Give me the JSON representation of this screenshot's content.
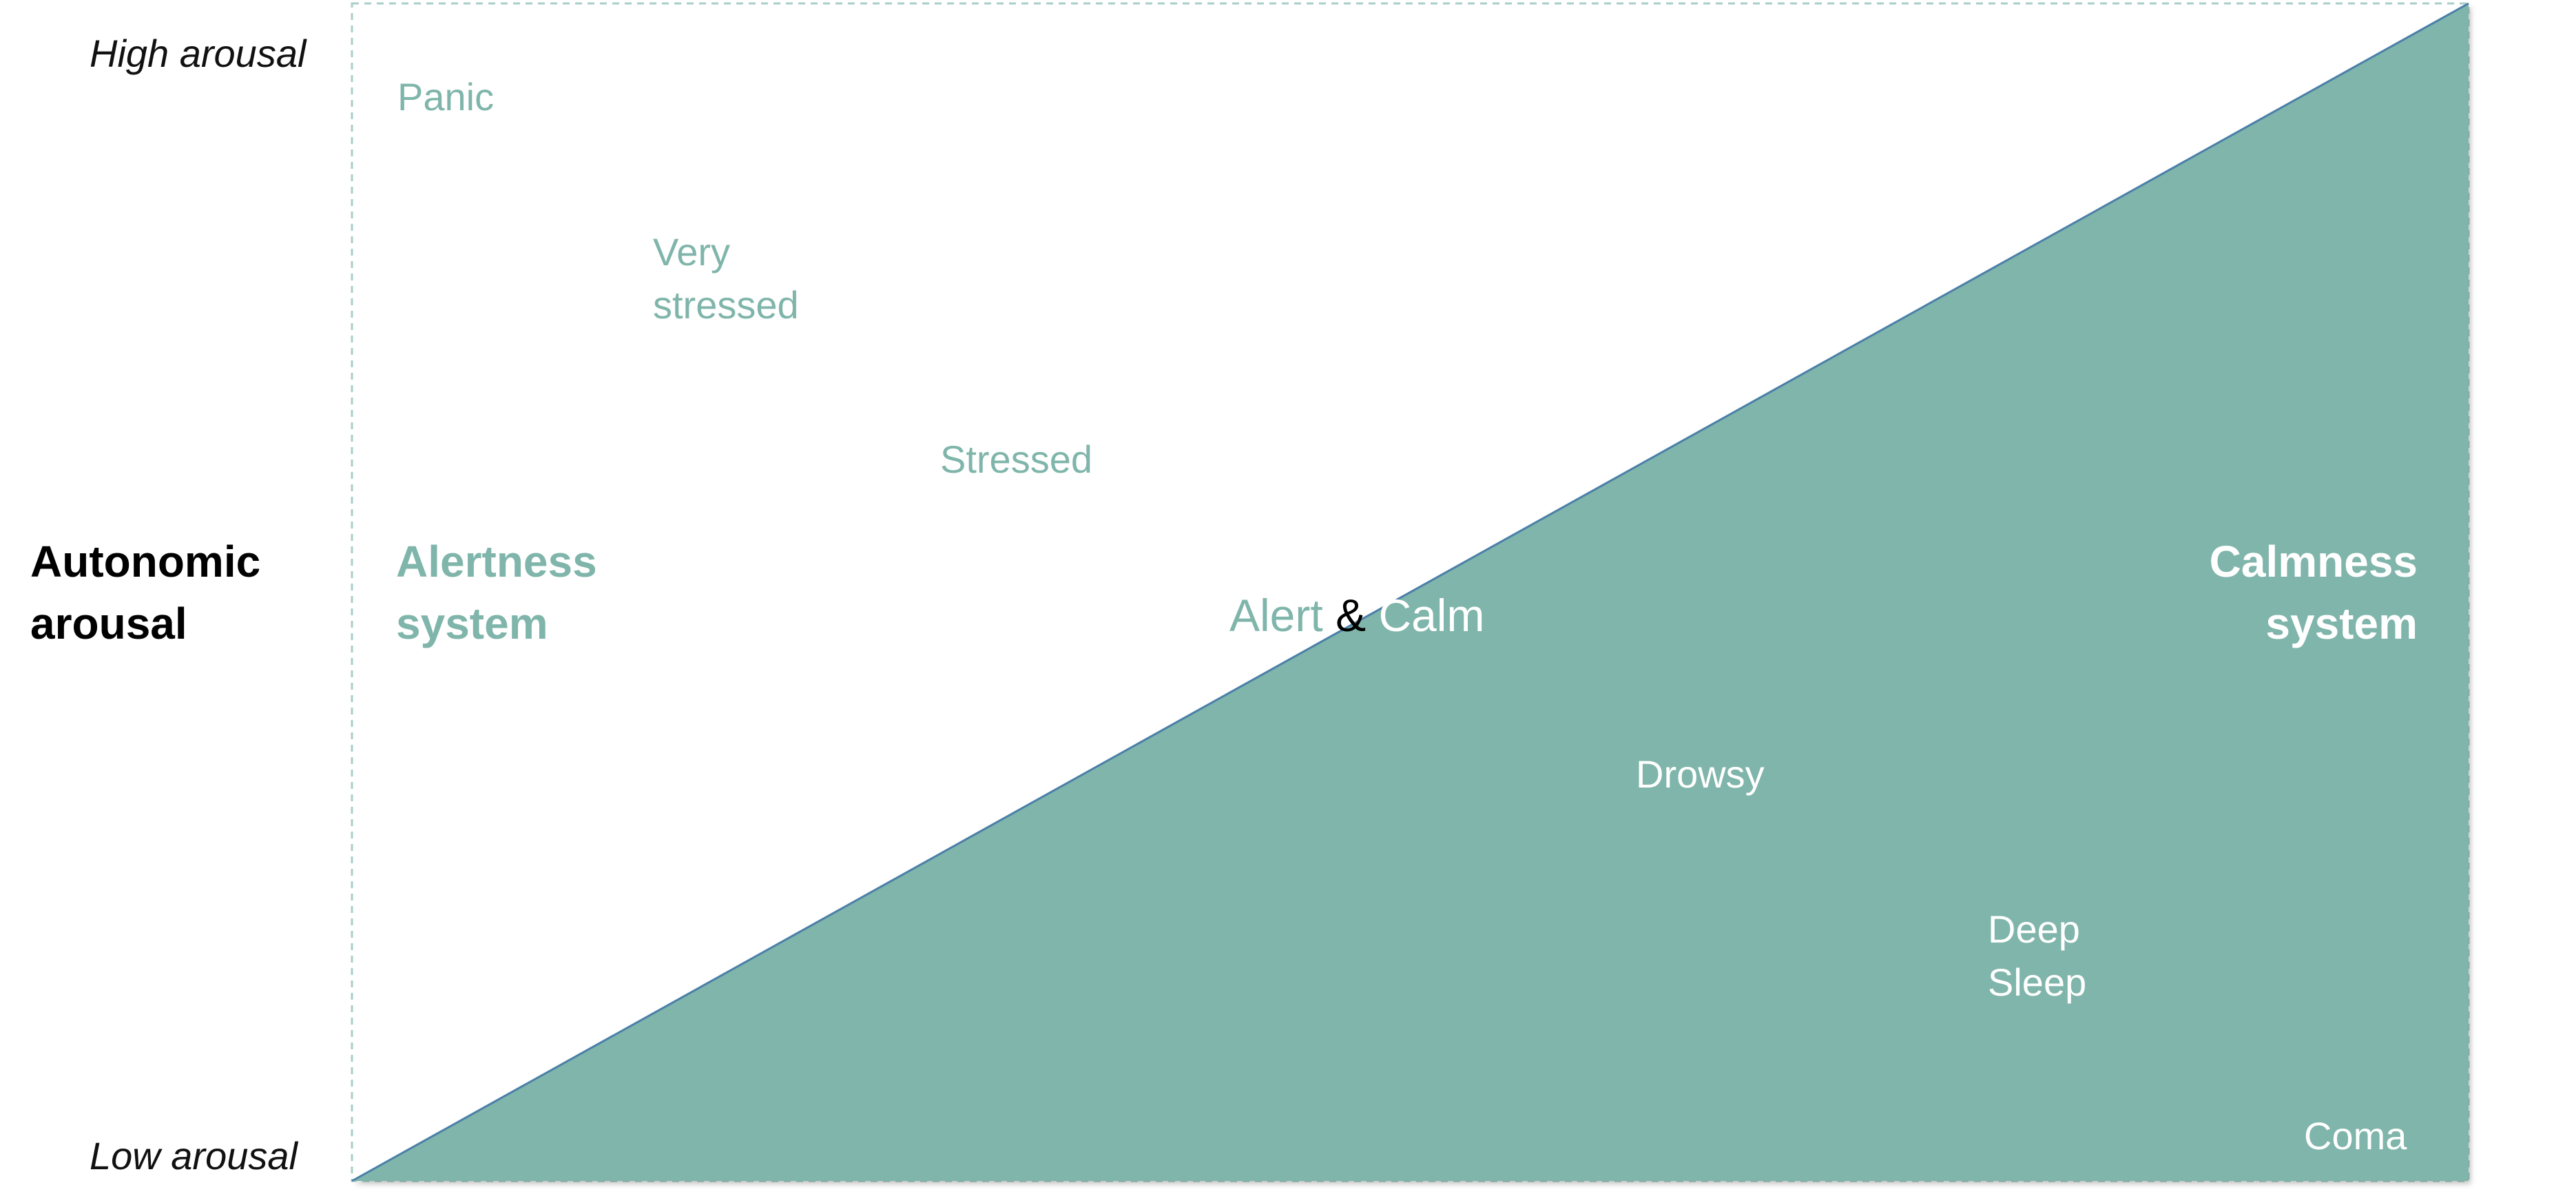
{
  "colors": {
    "teal_fill": "#7fb5aa",
    "teal_text": "#7fb5aa",
    "diagonal_line": "#4a7fa8",
    "frame_dashed": "#a8cfc8",
    "white": "#ffffff",
    "black": "#000000"
  },
  "axis": {
    "high": "High arousal",
    "low": "Low arousal",
    "title_line1": "Autonomic",
    "title_line2": "arousal"
  },
  "alertness_system": {
    "line1": "Alertness",
    "line2": "system"
  },
  "calmness_system": {
    "line1": "Calmness",
    "line2": "system"
  },
  "states": {
    "panic": "Panic",
    "very_stressed_line1": "Very",
    "very_stressed_line2": "stressed",
    "stressed": "Stressed",
    "drowsy": "Drowsy",
    "deep_sleep_line1": "Deep",
    "deep_sleep_line2": "Sleep",
    "coma": "Coma"
  },
  "center": {
    "alert": "Alert",
    "amp": "&",
    "calm": "Calm"
  }
}
